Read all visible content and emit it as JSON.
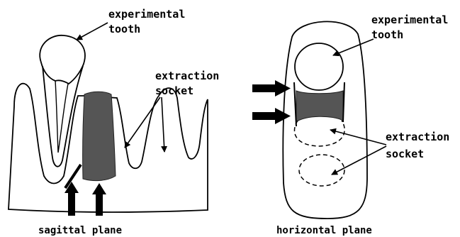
{
  "colors": {
    "outline": "#000000",
    "shading": "#555555",
    "background": "#ffffff"
  },
  "sagittal": {
    "tooth_label": [
      "experimental",
      "tooth"
    ],
    "socket_label": [
      "extraction",
      "socket"
    ],
    "caption": "sagittal plane"
  },
  "horizontal": {
    "tooth_label": [
      "experimental",
      "tooth"
    ],
    "socket_label": [
      "extraction",
      "socket"
    ],
    "caption": "horizontal plane"
  }
}
